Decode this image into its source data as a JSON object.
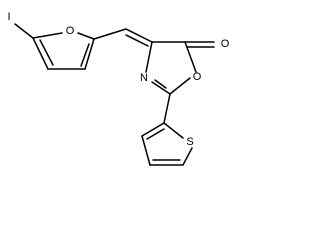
{
  "molecule": {
    "atoms": {
      "iodine": "I",
      "furan_oxygen": "O",
      "oxazolone_nitrogen": "N",
      "oxazolone_ring_oxygen": "O",
      "carbonyl_oxygen": "O",
      "thiophene_sulfur": "S"
    }
  }
}
